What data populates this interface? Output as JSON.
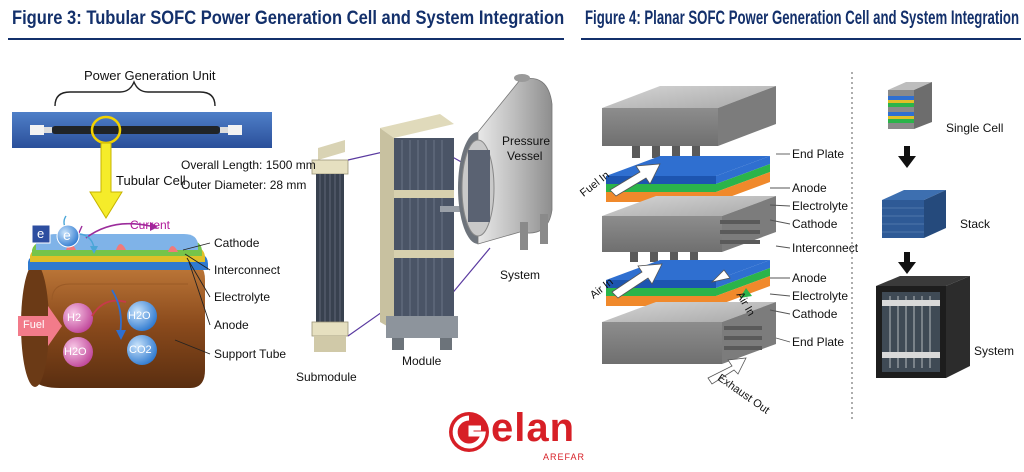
{
  "figure3": {
    "title": "Figure 3: Tubular SOFC Power Generation Cell and System Integration",
    "power_generation_unit": "Power Generation Unit",
    "tubular_cell": "Tubular Cell",
    "overall_length": "Overall Length: 1500 mm",
    "outer_diameter": "Outer Diameter: 28 mm",
    "current": "Current",
    "electron": "e",
    "fuel": "Fuel",
    "h2": "H2",
    "h2o_left": "H2O",
    "h2o_right": "H2O",
    "co2": "CO2",
    "layers": [
      "Cathode",
      "Interconnect",
      "Electrolyte",
      "Anode",
      "Support Tube"
    ],
    "submodule": "Submodule",
    "module": "Module",
    "pressure_vessel_line1": "Pressure",
    "pressure_vessel_line2": "Vessel",
    "system": "System"
  },
  "figure4": {
    "title": "Figure 4: Planar SOFC Power Generation Cell and System Integration",
    "stack_labels": [
      "End Plate",
      "Anode",
      "Electrolyte",
      "Cathode",
      "Interconnect",
      "Anode",
      "Electrolyte",
      "Cathode",
      "End Plate"
    ],
    "fuel_in": "Fuel In",
    "air_in_left": "Air In",
    "air_in_right": "Air In",
    "exhaust_out": "Exhaust Out",
    "single_cell": "Single Cell",
    "stack": "Stack",
    "system": "System"
  },
  "logo": {
    "brand": "elan",
    "sub": "AREFAR"
  },
  "colors": {
    "title_blue": "#13306b",
    "logo_red": "#d71f26",
    "anode_blue": "#2f6fd0",
    "electrolyte_green": "#2bb44a",
    "cathode_orange": "#f0892b"
  }
}
